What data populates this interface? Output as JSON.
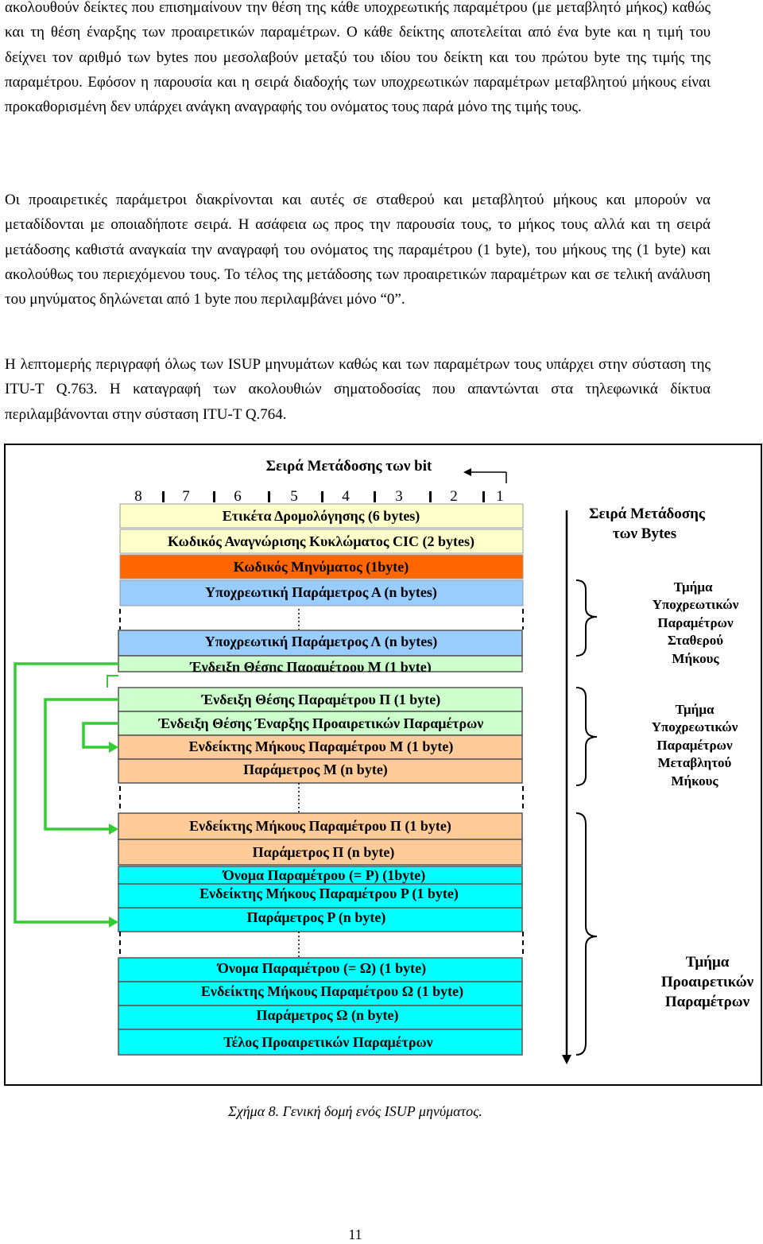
{
  "body_text": {
    "p1": "ακολουθούν δείκτες που επισημαίνουν την θέση της κάθε υποχρεωτικής παραμέτρου (με μεταβλητό μήκος) καθώς και τη θέση έναρξης των προαιρετικών παραμέτρων. Ο κάθε δείκτης αποτελείται από ένα byte και η τιμή του δείχνει τον αριθμό των bytes που μεσολαβούν μεταξύ του ιδίου του δείκτη και του πρώτου byte της τιμής της παραμέτρου. Εφόσον η παρουσία και η σειρά διαδοχής των υποχρεωτικών παραμέτρων μεταβλητού μήκους είναι προκαθορισμένη δεν υπάρχει ανάγκη αναγραφής του ονόματος τους παρά μόνο της τιμής τους.",
    "p2": "Οι προαιρετικές παράμετροι διακρίνονται και αυτές σε σταθερού και μεταβλητού μήκους και μπορούν να μεταδίδονται με οποιαδήποτε σειρά. Η ασάφεια ως προς την παρουσία τους, το μήκος τους αλλά και τη σειρά μετάδοσης καθιστά αναγκαία την αναγραφή του ονόματος της παραμέτρου (1 byte), του μήκους της (1 byte) και ακολούθως του περιεχόμενου τους. Το τέλος της μετάδοσης των προαιρετικών παραμέτρων και σε τελική ανάλυση του μηνύματος δηλώνεται από 1 byte που περιλαμβάνει μόνο “0”.",
    "p3": "Η λεπτομερής περιγραφή όλως των ISUP μηνυμάτων καθώς και των παραμέτρων τους υπάρχει στην σύσταση της ITU-T Q.763. Η καταγραφή των ακολουθιών σηματοδοσίας που απαντώνται στα τηλεφωνικά δίκτυα περιλαμβάνονται στην σύσταση ITU-T Q.764."
  },
  "figure": {
    "bit_order_title": "Σειρά Μετάδοσης των  bit",
    "bit_numbers": [
      "8",
      "7",
      "6",
      "5",
      "4",
      "3",
      "2",
      "1"
    ],
    "byte_order_label": [
      "Σειρά Μετάδοσης",
      "των Bytes"
    ],
    "rows": {
      "routing_label": "Ετικέτα Δρομολόγησης (6 bytes)",
      "cic": "Κωδικός Αναγνώρισης Κυκλώματος CIC (2 bytes)",
      "message_code": "Κωδικός Μηνύματος (1byte)",
      "mandatory_a": "Υποχρεωτική Παράμετρος Α (n bytes)",
      "mandatory_l": "Υποχρεωτική Παράμετρος Λ (n bytes)",
      "pointer_m": "Ένδειξη Θέσης Παραμέτρου Μ (1 byte)",
      "pointer_p": "Ένδειξη Θέσης Παραμέτρου Π (1 byte)",
      "pointer_optional": "Ένδειξη Θέσης Έναρξης Προαιρετικών Παραμέτρων",
      "length_m": "Ενδείκτης Μήκους Παραμέτρου Μ (1 byte)",
      "param_m": "Παράμετρος Μ (n byte)",
      "length_p": "Ενδείκτης Μήκους Παραμέτρου Π (1 byte)",
      "param_p": "Παράμετρος Π (n byte)",
      "name_r": "Όνομα Παραμέτρου (= Ρ) (1byte)",
      "length_r": "Ενδείκτης Μήκους Παραμέτρου Ρ (1 byte)",
      "param_r": "Παράμετρος Ρ (n byte)",
      "name_w": "Όνομα Παραμέτρου (= Ω) (1 byte)",
      "length_w": "Ενδείκτης Μήκους Παραμέτρου Ω (1 byte)",
      "param_w": "Παράμετρος Ω (n byte)",
      "end_optional": "Τέλος Προαιρετικών Παραμέτρων"
    },
    "section_fixed": [
      "Τμήμα",
      "Υποχρεωτικών",
      "Παραμέτρων",
      "Σταθερού",
      "Μήκους"
    ],
    "section_variable": [
      "Τμήμα",
      "Υποχρεωτικών",
      "Παραμέτρων",
      "Μεταβλητού",
      "Μήκους"
    ],
    "section_optional": [
      "Τμήμα",
      "Προαιρετικών",
      "Παραμέτρων"
    ],
    "colors": {
      "header": "#FFFFCC",
      "message_code": "#FF6600",
      "mandatory": "#99CCFF",
      "variable": "#FFCC99",
      "optional": "#00FFFF",
      "arrow": "#33CC33"
    }
  },
  "caption": "Σχήμα 8. Γενική δομή ενός ISUP μηνύματος.",
  "page_number": "11"
}
